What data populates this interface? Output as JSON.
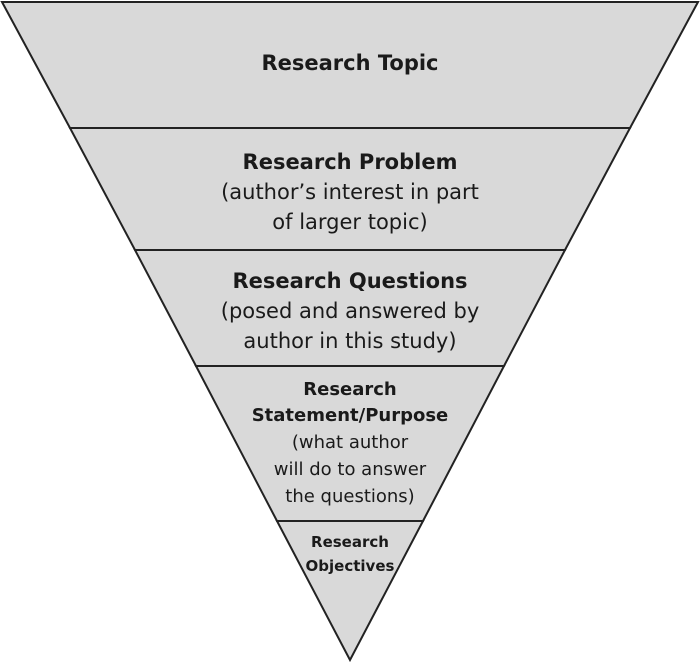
{
  "colors": {
    "fill": "#d9d9d9",
    "stroke": "#222222",
    "text": "#1a1a1a"
  },
  "levels": [
    {
      "title": "Research Topic",
      "description": ""
    },
    {
      "title": "Research Problem",
      "description": "(author’s interest in part\nof larger topic)"
    },
    {
      "title": "Research Questions",
      "description": "(posed and answered by\nauthor in this study)"
    },
    {
      "title": "Research\nStatement/Purpose",
      "description": "(what author\nwill do to answer\nthe questions)"
    },
    {
      "title": "Research\nObjectives",
      "description": ""
    }
  ]
}
